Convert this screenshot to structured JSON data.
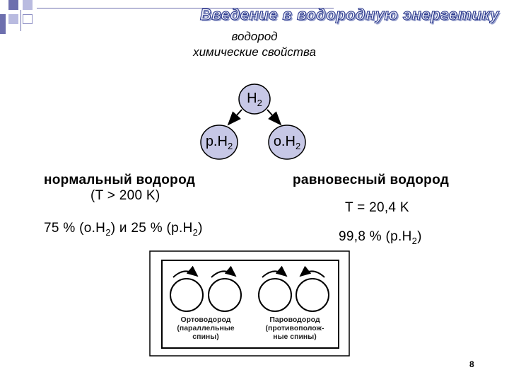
{
  "header": {
    "title": "Введение в водородную энергетику"
  },
  "slide": {
    "title_line1": "водород",
    "title_line2": "химические свойства"
  },
  "diagram": {
    "top_node": {
      "base": "H",
      "sub": "2"
    },
    "left_node": {
      "base": "p.H",
      "sub": "2"
    },
    "right_node": {
      "base": "o.H",
      "sub": "2"
    }
  },
  "left_text": {
    "heading": "нормальный водород",
    "condition": "(T > 200 K)",
    "composition_prefix": "75 % (o.H",
    "composition_sub1": "2",
    "composition_middle": ") и 25 % (p.H",
    "composition_sub2": "2",
    "composition_suffix": ")"
  },
  "right_text": {
    "heading": "равновесный водород",
    "condition": "T = 20,4 K",
    "composition_prefix": "99,8 % (p.H",
    "composition_sub": "2",
    "composition_suffix": ")"
  },
  "spin_figure": {
    "caption_left_line1": "Ортоводород",
    "caption_left_line2": "(параллельные",
    "caption_left_line3": "спины)",
    "caption_right_line1": "Пароводород",
    "caption_right_line2": "(противополож-",
    "caption_right_line3": "ные спины)"
  },
  "page_number": "8",
  "colors": {
    "node_fill": "#c7c8e6",
    "corner_squares": "#6d6fae",
    "header_outline": "#2d3a8c"
  }
}
